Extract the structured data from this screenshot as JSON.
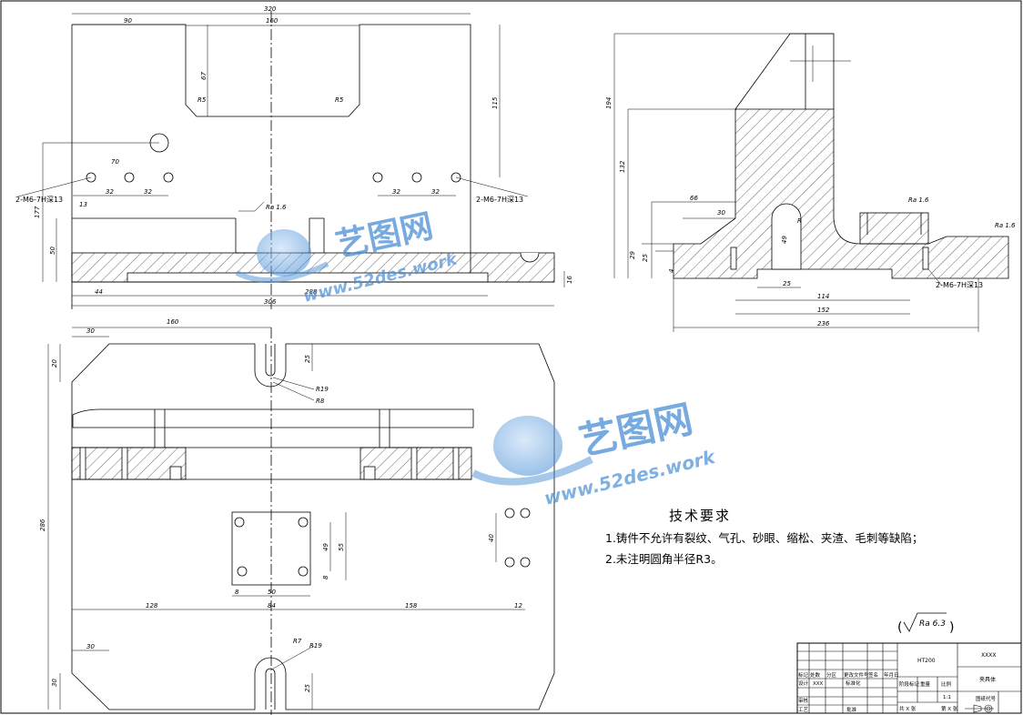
{
  "top_view": {
    "dims": {
      "overall": "320",
      "left": "90",
      "mid": "160",
      "h67": "67",
      "r5a": "R5",
      "r5b": "R5",
      "v115": "115",
      "d70": "70",
      "l32a": "32",
      "l32b": "32",
      "l13": "13",
      "r32a": "32",
      "r32b": "32",
      "v177": "177",
      "v50": "50",
      "b44": "44",
      "b288": "288",
      "b306": "306",
      "v16": "16",
      "rough": "Ra 1.6"
    },
    "hole_callout_left": "2-M6-7H深13",
    "hole_callout_right": "2-M6-7H深13"
  },
  "side_view": {
    "dims": {
      "v194": "194",
      "v132": "132",
      "h66": "66",
      "h30": "30",
      "r": "R",
      "v49": "49",
      "h25": "25",
      "v29": "29",
      "v25": "25",
      "v4": "4",
      "h114": "114",
      "h152": "152",
      "h236": "236",
      "rough1": "Ra 1.6",
      "rough2": "Ra 1.6"
    },
    "hole_callout": "2-M6-7H深13"
  },
  "plan_view": {
    "dims": {
      "t30": "30",
      "t160": "160",
      "v20a": "20",
      "v25a": "25",
      "r19a": "R19",
      "r8": "R8",
      "v286": "286",
      "v49": "49",
      "v55": "55",
      "v8a": "8",
      "h8": "8",
      "h50": "50",
      "v40": "40",
      "b128": "128",
      "b84": "84",
      "b158": "158",
      "b12": "12",
      "bl30": "30",
      "v30b": "30",
      "r7": "R7",
      "r19b": "R19",
      "v25b": "25"
    }
  },
  "watermark": {
    "cn": "艺图网",
    "en": "www.52des.work"
  },
  "tech_requirements": {
    "title": "技术要求",
    "items": [
      "1.铸件不允许有裂纹、气孔、砂眼、缩松、夹渣、毛刺等缺陷；",
      "2.未注明圆角半径R3。"
    ]
  },
  "surface_symbol": "Ra 6.3",
  "title_block": {
    "material": "HT200",
    "name": "夹具体",
    "code": "XXXX",
    "drawing_no": "图纸代号",
    "scale": "1:1",
    "labels": {
      "stage_mark": "阶段标记",
      "weight": "重量",
      "scale_label": "比例",
      "sheet_total": "共 X 张",
      "sheet_no": "第 X 张",
      "design": "设计",
      "design_name": "XXX",
      "standard": "标准化",
      "process": "工艺",
      "audit": "审核",
      "approve": "批准",
      "mark": "标记",
      "qty": "处数",
      "zone": "分区",
      "doc": "更改文件号",
      "sign": "签名",
      "date": "年月日"
    }
  }
}
